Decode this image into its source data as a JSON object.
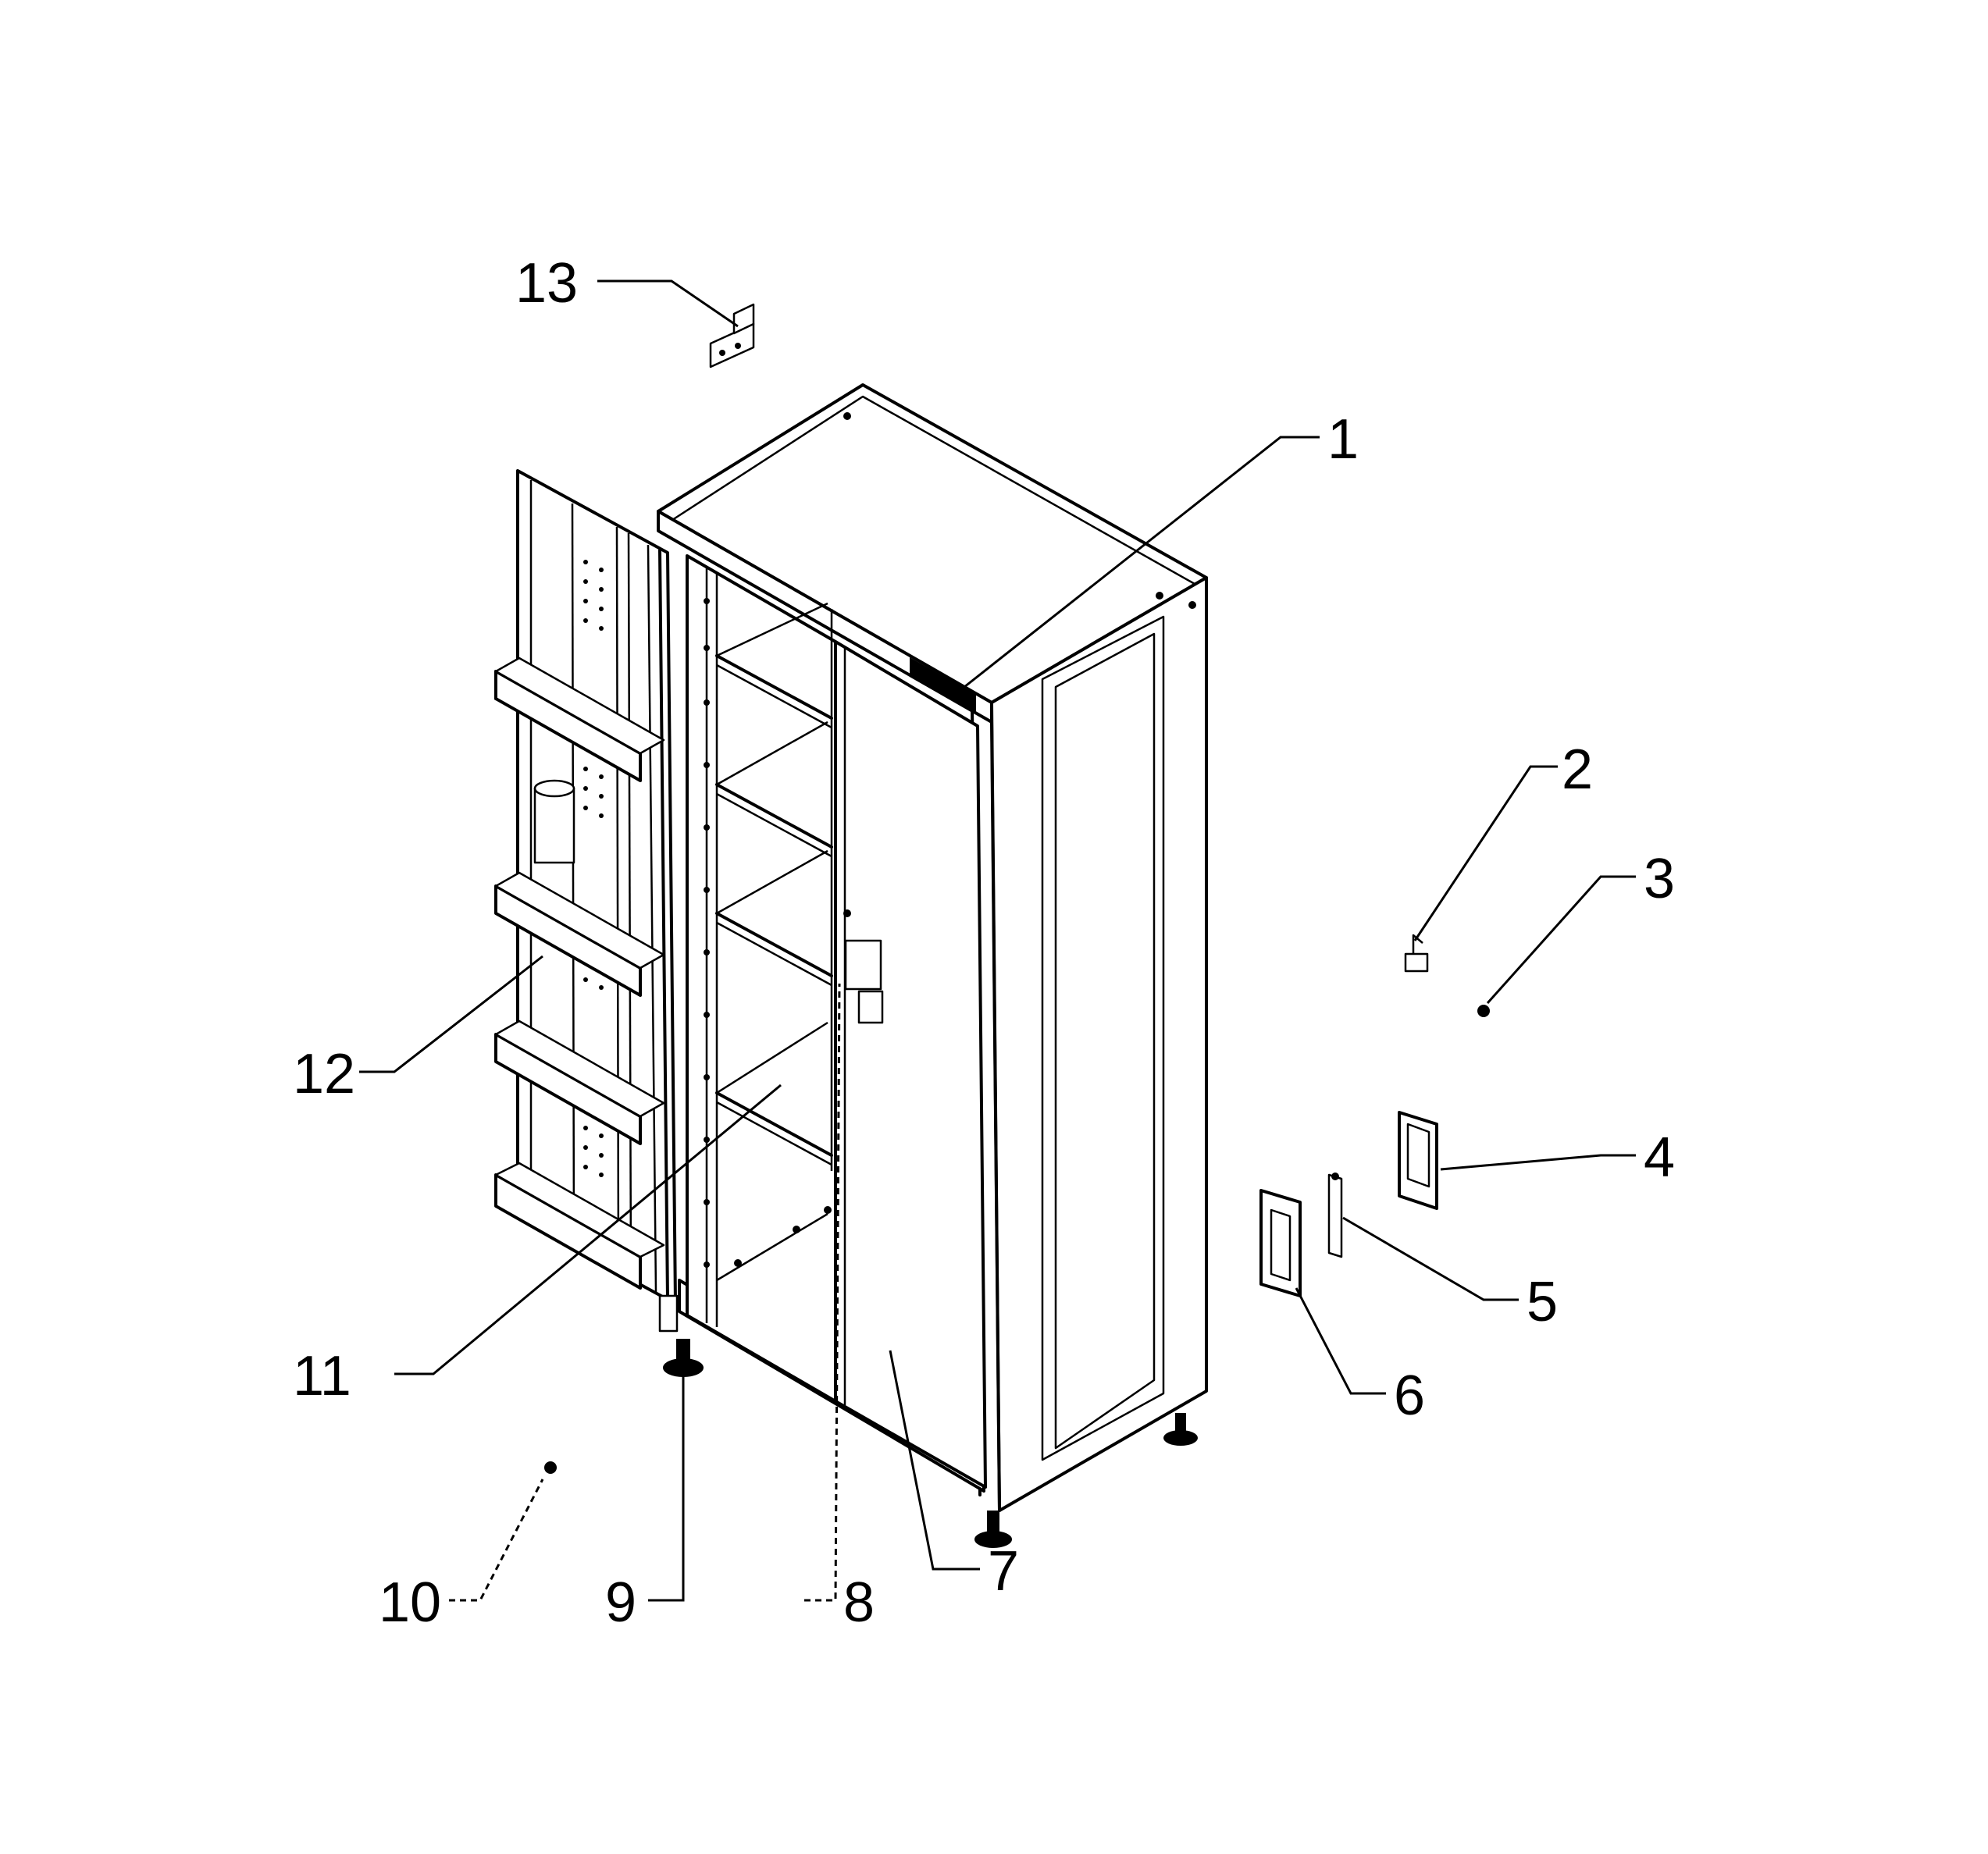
{
  "figure": {
    "callouts": [
      {
        "id": "1",
        "text": "1",
        "part": "cabinet-body"
      },
      {
        "id": "2",
        "text": "2",
        "part": "latch-hook"
      },
      {
        "id": "3",
        "text": "3",
        "part": "screw"
      },
      {
        "id": "4",
        "text": "4",
        "part": "handle"
      },
      {
        "id": "5",
        "text": "5",
        "part": "strip-plate"
      },
      {
        "id": "6",
        "text": "6",
        "part": "handle-frame"
      },
      {
        "id": "7",
        "text": "7",
        "part": "right-door"
      },
      {
        "id": "8",
        "text": "8",
        "part": "door-edge"
      },
      {
        "id": "9",
        "text": "9",
        "part": "leveling-foot"
      },
      {
        "id": "10",
        "text": "10",
        "part": "small-screw"
      },
      {
        "id": "11",
        "text": "11",
        "part": "shelf"
      },
      {
        "id": "12",
        "text": "12",
        "part": "left-door-with-bins"
      },
      {
        "id": "13",
        "text": "13",
        "part": "top-bracket"
      }
    ]
  }
}
